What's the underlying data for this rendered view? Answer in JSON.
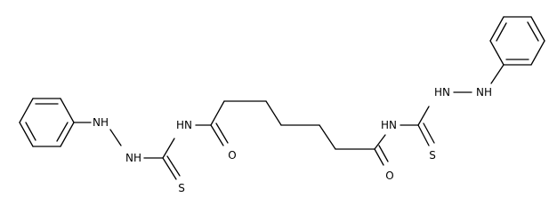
{
  "structure": {
    "labels": {
      "nh_phenyl_left": "NH",
      "nh_hydrazine_left": "NH",
      "s_left": "S",
      "nh_amide_left": "HN",
      "o_left": "O",
      "nh_amide_right": "HN",
      "o_right": "O",
      "s_right": "S",
      "nh_hydrazine_right": "HN",
      "nh_phenyl_right": "NH"
    },
    "colors": {
      "bond": "#000000",
      "text": "#000000",
      "background": "#ffffff"
    }
  }
}
